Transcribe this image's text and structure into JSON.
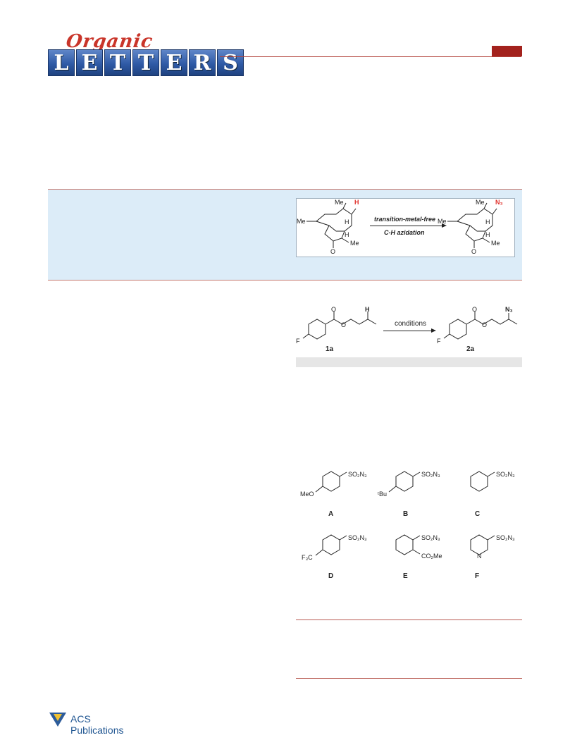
{
  "journal": {
    "logo_script": "Organic",
    "logo_letters": [
      "L",
      "E",
      "T",
      "T",
      "E",
      "R",
      "S"
    ]
  },
  "toc": {
    "arrow_top": "transition-metal-free",
    "arrow_bottom": "C-H azidation",
    "left_labels": {
      "me_top": "Me",
      "h_red": "H",
      "me_left": "Me",
      "h_ring": "H",
      "h_lower": "H",
      "me_lower": "Me",
      "o_carbonyl": "O"
    },
    "right_labels": {
      "me_top": "Me",
      "n3": "N₃",
      "me_left": "Me",
      "h_ring": "H",
      "h_lower": "H",
      "me_lower": "Me",
      "o_carbonyl": "O"
    }
  },
  "scheme_top": {
    "substrate": {
      "label": "1a",
      "f": "F",
      "o_carbonyl": "O",
      "o_ester": "O",
      "h": "H"
    },
    "arrow": "conditions",
    "product": {
      "label": "2a",
      "f": "F",
      "o_carbonyl": "O",
      "o_ester": "O",
      "n3": "N₃"
    }
  },
  "reagents": [
    {
      "letter": "A",
      "sub": "MeO",
      "group": "SO₂N₃"
    },
    {
      "letter": "B",
      "sub": "ᵗBu",
      "group": "SO₂N₃"
    },
    {
      "letter": "C",
      "sub": "",
      "group": "SO₂N₃"
    },
    {
      "letter": "D",
      "sub": "F₃C",
      "group": "SO₂N₃"
    },
    {
      "letter": "E",
      "sub": "CO₂Me",
      "group": "SO₂N₃"
    },
    {
      "letter": "F",
      "sub": "N",
      "group": "SO₂N₃"
    }
  ],
  "footer": {
    "publisher": "ACS Publications"
  },
  "colors": {
    "accent_red": "#a3221d",
    "rule": "#b85b52",
    "abstract_bg": "#dcecf8",
    "logo_blue": "#2f5aa6",
    "highlight": "#e0302b"
  }
}
